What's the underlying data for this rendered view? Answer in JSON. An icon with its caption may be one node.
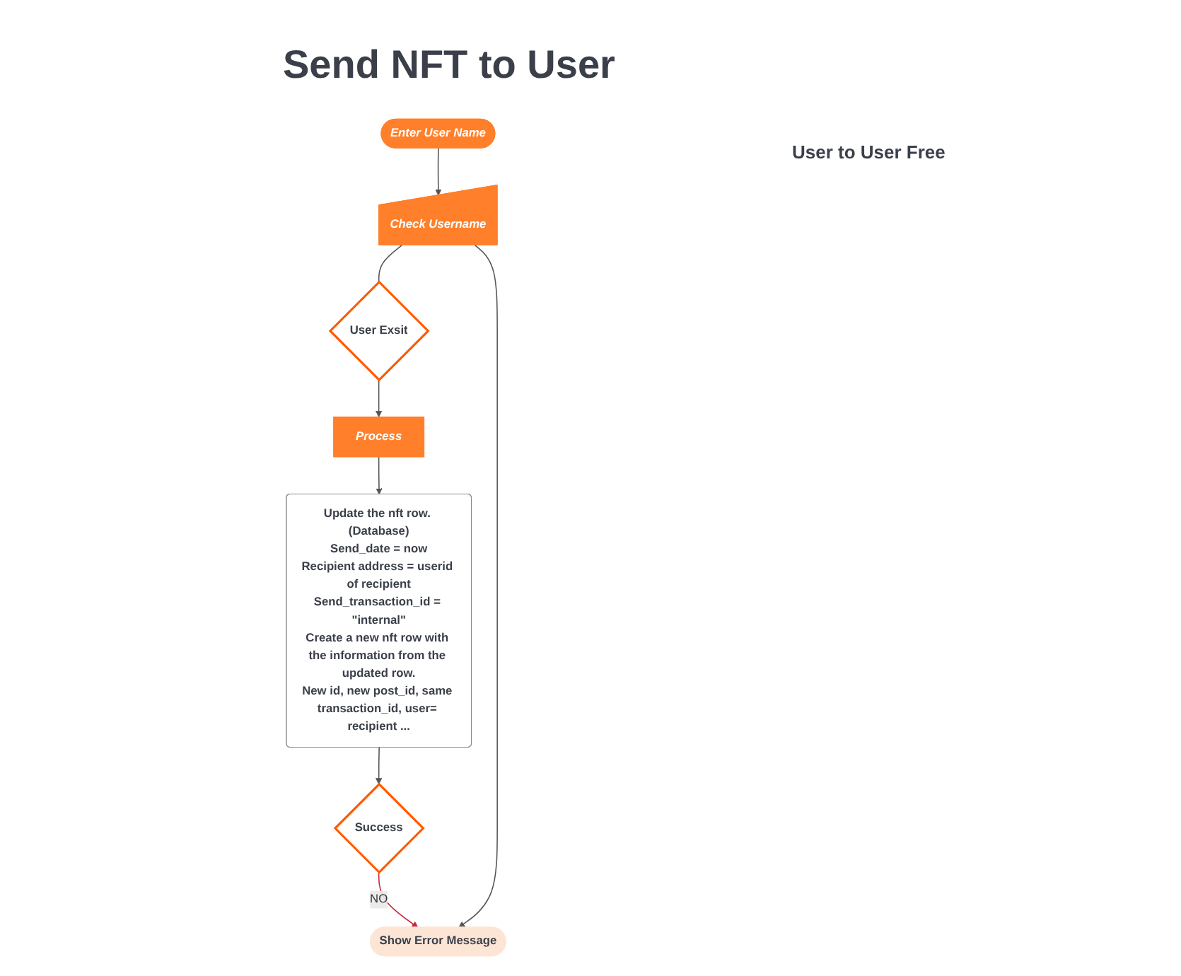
{
  "diagram": {
    "title": "Send NFT to User",
    "nodes": [
      {
        "text": [
          "Enter User Name"
        ]
      },
      {
        "text": [
          "Check Username"
        ]
      },
      {
        "text": [
          "User Exsit"
        ]
      },
      {
        "text": [
          "Process"
        ]
      },
      {
        "text": [
          "Update the nft row. (Database)",
          "Send_date = now",
          "Recipient address = userid of recipient",
          "Send_transaction_id = \"internal\"",
          "Create a new nft row with the information from the updated row.",
          "New id, new post_id, same transaction_id, user= recipient ..."
        ]
      },
      {
        "text": [
          "Success"
        ]
      },
      {
        "text": [
          "Show Error Message"
        ]
      }
    ],
    "edges": [
      {
        "from": 0,
        "to": 1,
        "arrow": "to"
      },
      {
        "from": 1,
        "to": 2,
        "arrow": "none"
      },
      {
        "from": 2,
        "to": 3,
        "arrow": "to"
      },
      {
        "from": 3,
        "to": 4,
        "arrow": "to"
      },
      {
        "from": 4,
        "to": 5,
        "arrow": "to"
      },
      {
        "from": 5,
        "to": 6,
        "label": "NO",
        "arrow": "to",
        "color": "#c8283a"
      },
      {
        "from": 1,
        "to": 6,
        "arrow": "to"
      }
    ],
    "labels": [
      "User to User Free"
    ]
  }
}
